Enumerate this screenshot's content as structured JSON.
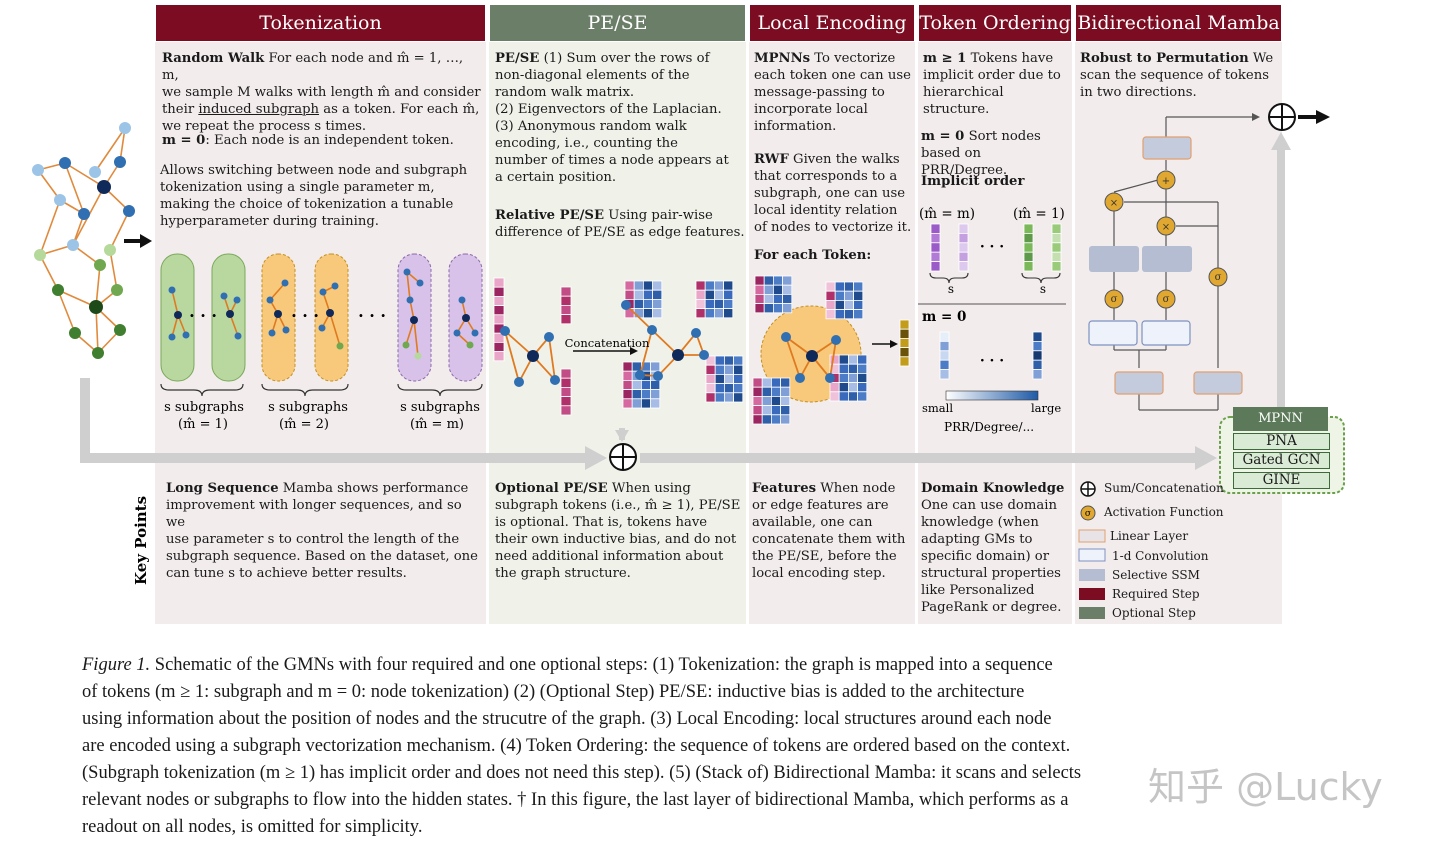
{
  "headers": {
    "tokenization": "Tokenization",
    "pese": "PE/SE",
    "local_encoding": "Local Encoding",
    "token_ordering": "Token Ordering",
    "bidirectional_mamba": "Bidirectional Mamba"
  },
  "tokenization": {
    "rw_title": "Random Walk",
    "rw_line1": "For each node and m̂ = 1, …, m,",
    "rw_line2": "we sample M walks with length m̂ and consider",
    "rw_line3a": "their ",
    "rw_line3u": "induced subgraph",
    "rw_line3b": " as a token. For each m̂,",
    "rw_line4": "we repeat the process s times.",
    "m0_title": "m = 0",
    "m0_text": ": Each node is an independent token.",
    "switch_line1": "Allows switching between node and subgraph",
    "switch_line2": "tokenization using a single parameter m,",
    "switch_line3": "making the choice of tokenization a tunable",
    "switch_line4": "hyperparameter during training.",
    "dots": "· · ·",
    "sub_label_1": "s subgraphs",
    "sub_eq_1": "(m̂ = 1)",
    "sub_label_2": "s subgraphs",
    "sub_eq_2": "(m̂ = 2)",
    "sub_label_3": "s subgraphs",
    "sub_eq_3": "(m̂ = m)"
  },
  "pese": {
    "line1b": "PE/SE",
    "line1": " (1) Sum over the rows of",
    "line2": "non-diagonal elements of the",
    "line3": "random walk matrix.",
    "line4": "(2) Eigenvectors of the Laplacian.",
    "line5": "(3) Anonymous random walk",
    "line6": "encoding, i.e., counting the",
    "line7": "number of times a node appears at",
    "line8": "a certain position.",
    "rel_title": "Relative PE/SE",
    "rel_line1": "  Using pair-wise",
    "rel_line2": "difference of PE/SE as edge features.",
    "concat_label": "Concatenation"
  },
  "local": {
    "mpnn_title": "MPNNs",
    "mpnn_l1": "  To vectorize",
    "mpnn_l2": "each token one can use",
    "mpnn_l3": "message-passing to",
    "mpnn_l4": "incorporate local",
    "mpnn_l5": "information.",
    "rwf_title": "RWF",
    "rwf_l1": "  Given the walks",
    "rwf_l2": "that corresponds to a",
    "rwf_l3": "subgraph, one can use",
    "rwf_l4": "local identity relation",
    "rwf_l5": "of nodes to vectorize it.",
    "each_token": "For each Token:"
  },
  "ordering": {
    "m1_title": "m ≥ 1",
    "m1_l1": "  Tokens have",
    "m1_l2": "implicit order due to",
    "m1_l3": "hierarchical structure.",
    "m0_title": "m = 0",
    "m0_l1": "  Sort nodes",
    "m0_l2": "based on PRR/Degree.",
    "implicit": "Implicit order",
    "eq_left": "(m̂ = m)",
    "eq_right": "(m̂ = 1)",
    "dots": "· · ·",
    "s_left": "s",
    "s_right": "s",
    "m0_sub": "m = 0",
    "small": "small",
    "large": "large",
    "prr": "PRR/Degree/..."
  },
  "mamba": {
    "robust_title": "Robust to Permutation",
    "robust_l1": " We",
    "robust_l2": "scan the sequence of tokens",
    "robust_l3": "in two directions.",
    "mpnn_header": "MPNN",
    "pna": "PNA",
    "gated_gcn": "Gated GCN",
    "gine": "GINE"
  },
  "key_points": {
    "label": "Key Points",
    "long_title": "Long Sequence",
    "long_l1": " Mamba shows performance",
    "long_l2": "improvement with longer sequences,  and so we",
    "long_l3": "use parameter  s  to control the length of the",
    "long_l4": "subgraph sequence. Based on the dataset, one",
    "long_l5": "can tune s to achieve better results.",
    "opt_title": "Optional PE/SE",
    "opt_l1": "  When using",
    "opt_l2": "subgraph tokens (i.e., m̂ ≥ 1), PE/SE",
    "opt_l3": "is optional. That is, tokens have",
    "opt_l4": "their own inductive bias, and do not",
    "opt_l5": "need additional information about",
    "opt_l6": "the graph structure.",
    "feat_title": "Features",
    "feat_l1": "  When  node",
    "feat_l2": "or edge features are",
    "feat_l3": "available, one can",
    "feat_l4": "concatenate them with",
    "feat_l5": "the PE/SE, before the",
    "feat_l6": "local encoding step.",
    "dom_title": "Domain Knowledge",
    "dom_l1": "One can use domain",
    "dom_l2": "knowledge (when",
    "dom_l3": "adapting GMs to",
    "dom_l4": "specific domain) or",
    "dom_l5": "structural properties",
    "dom_l6": "like Personalized",
    "dom_l7": "PageRank or degree."
  },
  "legend": {
    "sum": "Sum/Concatenation",
    "activation": "Activation Function",
    "linear": "Linear Layer",
    "conv": "1-d Convolution",
    "ssm": "Selective SSM",
    "required": "Required Step",
    "optional": "Optional Step"
  },
  "caption": {
    "fig": "Figure 1.",
    "l1": " Schematic of the GMNs with four required and one optional steps: (1) Tokenization: the graph is mapped into a sequence",
    "l2": "of tokens (m ≥ 1: subgraph and m = 0: node tokenization) (2) (Optional Step) PE/SE: inductive bias is added to the architecture",
    "l3": "using information about the position of nodes and the strucutre of the graph. (3) Local Encoding: local structures around each node",
    "l4": "are encoded using a subgraph vectorization mechanism. (4) Token Ordering: the sequence of tokens are ordered based on the context.",
    "l5": "(Subgraph tokenization (m ≥ 1) has implicit order and does not need this step). (5) (Stack of) Bidirectional Mamba: it scans and selects",
    "l6": "relevant nodes or subgraphs to flow into the hidden states. † In this figure, the last layer of bidirectional Mamba, which performs as a",
    "l7": "readout on all nodes, is omitted for simplicity.",
    "watermark": "知乎 @Lucky"
  },
  "colors": {
    "required": "#7b0c22",
    "optional": "#6a7e68",
    "edge": "#e07a1f",
    "node_dark": "#0f2a5a",
    "node_mid": "#2f6fb2",
    "node_light": "#9cc4e6",
    "node_green": "#3f7f2f",
    "node_lightgreen": "#b5d99a"
  }
}
